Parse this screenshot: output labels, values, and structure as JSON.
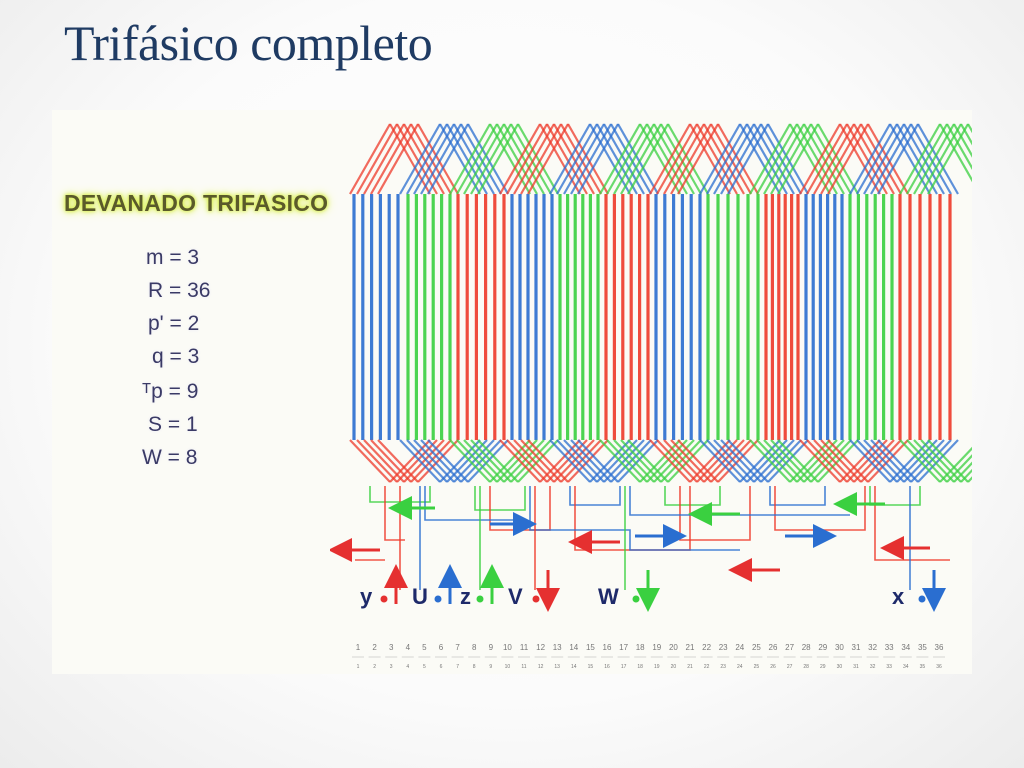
{
  "slide": {
    "title": "Trifásico completo"
  },
  "params": {
    "heading": "DEVANADO TRIFASICO",
    "items": [
      {
        "id": "m",
        "text": "m = 3"
      },
      {
        "id": "R",
        "text": "R = 36"
      },
      {
        "id": "p",
        "text": "p' = 2"
      },
      {
        "id": "q",
        "text": "q = 3"
      },
      {
        "id": "tp",
        "text": "ᵀp = 9"
      },
      {
        "id": "S",
        "text": "S = 1"
      },
      {
        "id": "W",
        "text": "W = 8"
      }
    ]
  },
  "diagram": {
    "terminals": [
      {
        "label": "y",
        "color": "#e53030",
        "arrow": "up"
      },
      {
        "label": "U",
        "color": "#2a6ed0",
        "arrow": "up"
      },
      {
        "label": "z",
        "color": "#3ad040",
        "arrow": "up"
      },
      {
        "label": "V",
        "color": "#e53030",
        "arrow": "down"
      },
      {
        "label": "W",
        "color": "#3ad040",
        "arrow": "down"
      },
      {
        "label": "x",
        "color": "#2a6ed0",
        "arrow": "down"
      }
    ],
    "slot_count": 36,
    "phase_colors": {
      "blue": "#2a6ed0",
      "green": "#3ad040",
      "red": "#ee3a2a"
    }
  }
}
